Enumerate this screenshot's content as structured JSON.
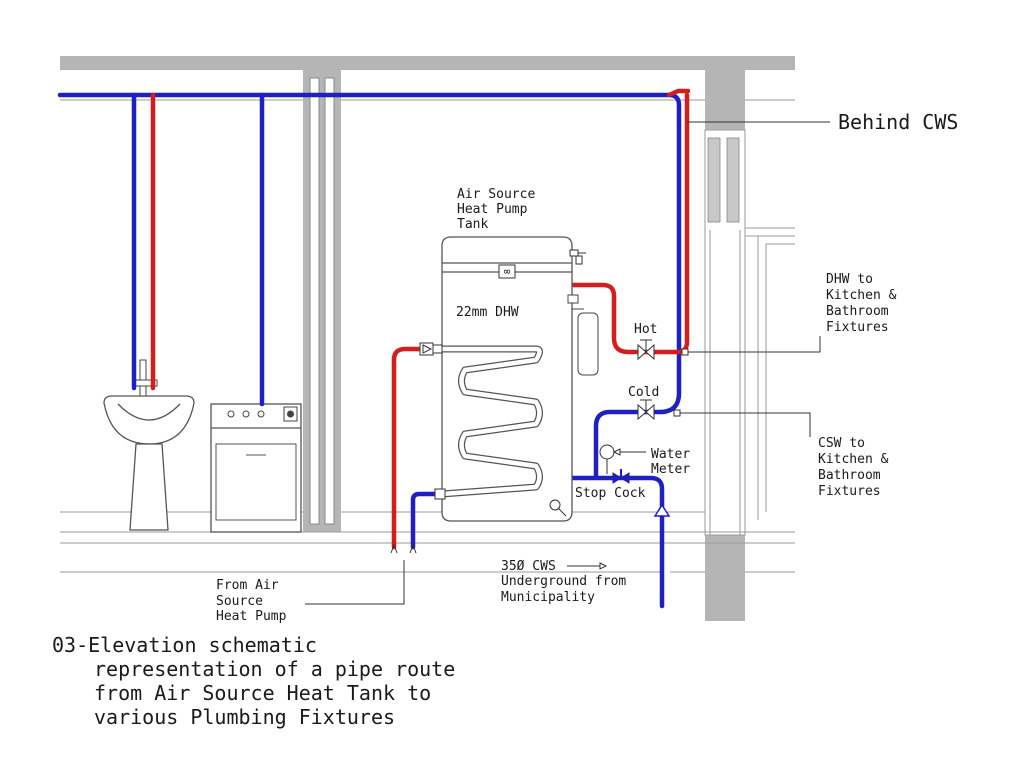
{
  "labels": {
    "behind_cws": "Behind CWS",
    "tank_line1": "Air Source",
    "tank_line2": "Heat Pump",
    "tank_line3": "Tank",
    "dhw_size": "22mm DHW",
    "hot": "Hot",
    "cold": "Cold",
    "water_meter_1": "Water",
    "water_meter_2": "Meter",
    "stop_cock": "Stop Cock",
    "dhw_to_1": "DHW to",
    "dhw_to_2": "Kitchen &",
    "dhw_to_3": "Bathroom",
    "dhw_to_4": "Fixtures",
    "csw_to_1": "CSW to",
    "csw_to_2": "Kitchen &",
    "csw_to_3": "Bathroom",
    "csw_to_4": "Fixtures",
    "cws_1": "35Ø CWS",
    "cws_2": "Underground from",
    "cws_3": "Municipality",
    "from_1": "From Air",
    "from_2": "Source",
    "from_3": "Heat Pump"
  },
  "caption": {
    "line1": "03-Elevation schematic",
    "line2": "representation of a pipe route",
    "line3": "from Air Source Heat Tank to",
    "line4": "various Plumbing Fixtures"
  },
  "colors": {
    "cold_pipe": "#1f1fc4",
    "hot_pipe": "#d51d1d",
    "wall": "#b5b5b5"
  }
}
